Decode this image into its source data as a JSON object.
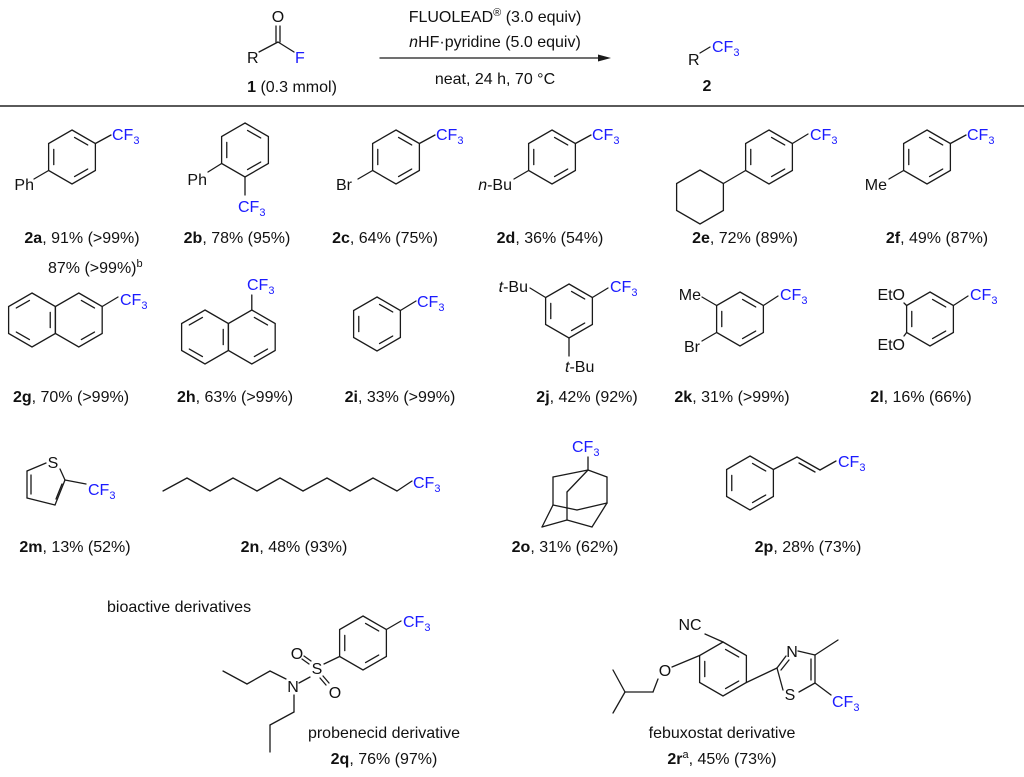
{
  "scheme": {
    "reactant": {
      "R": "R",
      "O": "O",
      "F": "F",
      "num": "1",
      "amount": " (0.3 mmol)"
    },
    "conditions": {
      "reagent1": "FLUOLEAD",
      "reagent1_mark": "®",
      "reagent1_amount": " (3.0 equiv)",
      "reagent2_prefix": "n",
      "reagent2": "HF·pyridine (5.0 equiv)",
      "line3": "neat, 24 h, 70 °C"
    },
    "product": {
      "R": "R",
      "num": "2"
    }
  },
  "cf3": {
    "main": "CF",
    "sub": "3"
  },
  "section_label": "bioactive derivatives",
  "compounds": {
    "c2a": {
      "id": "2a",
      "result": ", 91% (>99%)",
      "alt_result": "87% (>99%)",
      "alt_note": "b",
      "subs": [
        "Ph"
      ]
    },
    "c2b": {
      "id": "2b",
      "result": ", 78% (95%)",
      "subs": [
        "Ph"
      ]
    },
    "c2c": {
      "id": "2c",
      "result": ", 64% (75%)",
      "subs": [
        "Br"
      ]
    },
    "c2d": {
      "id": "2d",
      "result": ", 36% (54%)",
      "subs": [
        "n",
        "-Bu"
      ]
    },
    "c2e": {
      "id": "2e",
      "result": ", 72% (89%)"
    },
    "c2f": {
      "id": "2f",
      "result": ", 49% (87%)",
      "subs": [
        "Me"
      ]
    },
    "c2g": {
      "id": "2g",
      "result": ", 70% (>99%)"
    },
    "c2h": {
      "id": "2h",
      "result": ", 63% (>99%)"
    },
    "c2i": {
      "id": "2i",
      "result": ", 33% (>99%)"
    },
    "c2j": {
      "id": "2j",
      "result": ", 42% (92%)",
      "subs": [
        "t",
        "-Bu"
      ]
    },
    "c2k": {
      "id": "2k",
      "result": ", 31% (>99%)",
      "subs": [
        "Me",
        "Br"
      ]
    },
    "c2l": {
      "id": "2l",
      "result": ", 16% (66%)",
      "subs": [
        "EtO",
        "EtO"
      ]
    },
    "c2m": {
      "id": "2m",
      "result": ", 13% (52%)",
      "subs": [
        "S"
      ]
    },
    "c2n": {
      "id": "2n",
      "result": ", 48% (93%)"
    },
    "c2o": {
      "id": "2o",
      "result": ", 31% (62%)"
    },
    "c2p": {
      "id": "2p",
      "result": ", 28% (73%)"
    },
    "c2q": {
      "id": "2q",
      "result": ", 76% (97%)",
      "name": "probenecid derivative",
      "subs": [
        "S",
        "O",
        "O",
        "N"
      ]
    },
    "c2r": {
      "id": "2r",
      "note": "a",
      "result": ", 45% (73%)",
      "name": "febuxostat derivative",
      "subs": [
        "NC",
        "O",
        "N",
        "S"
      ]
    }
  }
}
